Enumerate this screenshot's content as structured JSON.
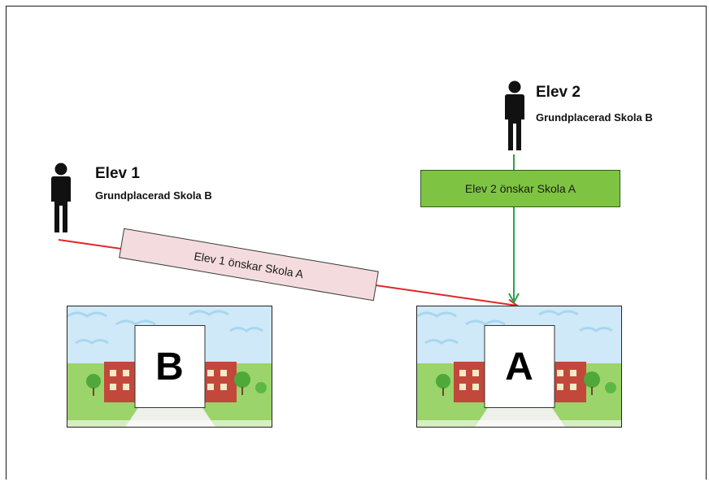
{
  "students": [
    {
      "title": "Elev 1",
      "status": "Grundplacerad Skola B"
    },
    {
      "title": "Elev 2",
      "status": "Grundplacerad Skola B"
    }
  ],
  "wishes": {
    "elev1": "Elev 1 önskar Skola A",
    "elev2": "Elev 2 önskar Skola A"
  },
  "schools": {
    "left": "B",
    "right": "A"
  },
  "colors": {
    "wish_elev1_arrow": "#e0262a",
    "wish_elev2_arrow": "#2aa34a",
    "wish_elev2_box": "#7ec442",
    "wish_elev1_box": "#f4dcde"
  },
  "icons": {
    "student": "person-icon",
    "school": "school-illustration"
  }
}
